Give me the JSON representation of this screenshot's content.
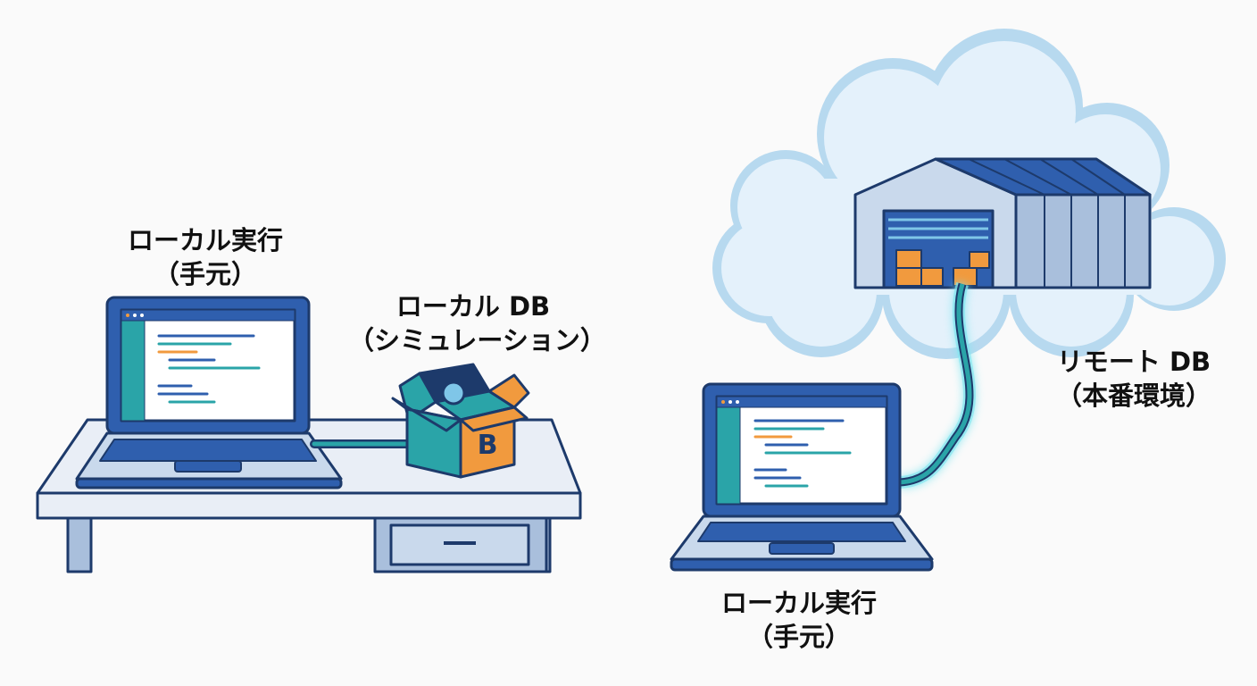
{
  "labels": {
    "local_exec_left": {
      "title": "ローカル実行",
      "sub": "（手元）"
    },
    "local_db": {
      "title": "ローカル DB",
      "sub": "（シミュレーション）"
    },
    "remote_db": {
      "title": "リモート DB",
      "sub": "（本番環境）"
    },
    "local_exec_right": {
      "title": "ローカル実行",
      "sub": "（手元）"
    }
  },
  "box_letter": "B",
  "colors": {
    "outline": "#1d3a6b",
    "laptop_blue": "#2f5fae",
    "screen_bg": "#ffffff",
    "teal": "#2aa4a8",
    "orange": "#f19a3e",
    "desk_top": "#e9eef6",
    "desk_leg": "#a9bfdc",
    "cloud_fill": "#e4f1fb",
    "cloud_edge": "#b7d9ef",
    "warehouse_wall": "#c9d9ec",
    "cable_glow": "#7fe6f0"
  },
  "icons": [
    "laptop-icon",
    "database-box-icon",
    "cloud-icon",
    "warehouse-icon",
    "desk-icon"
  ]
}
